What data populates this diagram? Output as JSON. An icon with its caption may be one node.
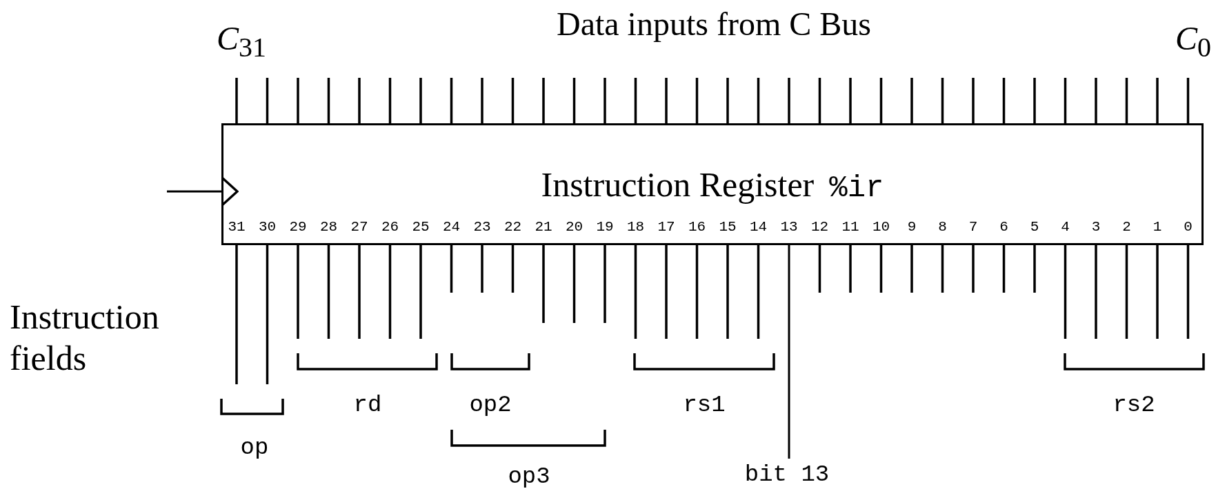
{
  "diagram": {
    "title": "Data inputs from C Bus",
    "nodes": [
      {
        "text": [
          "Instruction Register",
          "%ir"
        ]
      },
      {
        "text": [
          "bit 13"
        ]
      }
    ],
    "edges": [
      {
        "from": null,
        "to": 0,
        "arrow": "to"
      },
      {
        "from": 0,
        "to": 1,
        "arrow": "none"
      }
    ],
    "labels": [
      "*C*$_{31}$",
      "*C*$_{0}$",
      "31",
      "30",
      "29",
      "28",
      "27",
      "26",
      "25",
      "24",
      "23",
      "22",
      "21",
      "20",
      "19",
      "18",
      "17",
      "16",
      "15",
      "14",
      "13",
      "12",
      "11",
      "10",
      "9",
      "8",
      "7",
      "6",
      "5",
      "4",
      "3",
      "2",
      "1",
      "0",
      "Instruction fields",
      "rd",
      "op2",
      "rs1",
      "rs2",
      "op",
      "op3"
    ]
  }
}
